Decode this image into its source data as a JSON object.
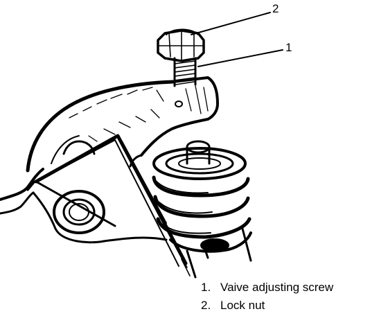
{
  "callouts": [
    {
      "number": "1"
    },
    {
      "number": "2"
    }
  ],
  "legend": [
    {
      "number": "1.",
      "label": "Vaive adjusting screw"
    },
    {
      "number": "2.",
      "label": "Lock nut"
    }
  ]
}
